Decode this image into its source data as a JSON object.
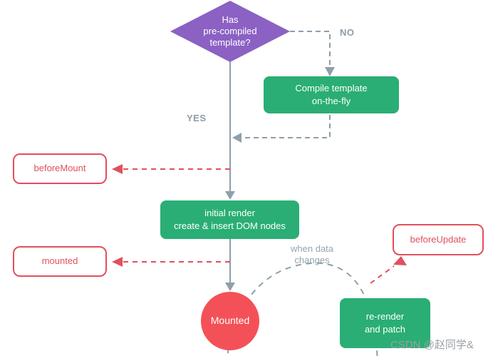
{
  "diagram": {
    "nodes": {
      "decision_diamond": {
        "label": "Has\npre-compiled\ntemplate?"
      },
      "compile_template": {
        "label": "Compile template\non-the-fly"
      },
      "initial_render": {
        "label": "initial render\ncreate & insert DOM nodes"
      },
      "before_mount_hook": {
        "label": "beforeMount"
      },
      "mounted_hook": {
        "label": "mounted"
      },
      "mounted_state": {
        "label": "Mounted"
      },
      "before_update_hook": {
        "label": "beforeUpdate"
      },
      "re_render": {
        "label": "re-render\nand patch"
      }
    },
    "edge_labels": {
      "yes": "YES",
      "no": "NO",
      "when_data_changes": "when data\nchanges"
    },
    "colors": {
      "diamond_purple": "#8b61c3",
      "process_green": "#2aae75",
      "hook_red": "#e0505e",
      "state_red": "#f35157",
      "wire_gray": "#8e9fa9",
      "label_gray": "#8d9ca7"
    }
  },
  "watermark": {
    "text": "CSDN @赵同学&"
  }
}
